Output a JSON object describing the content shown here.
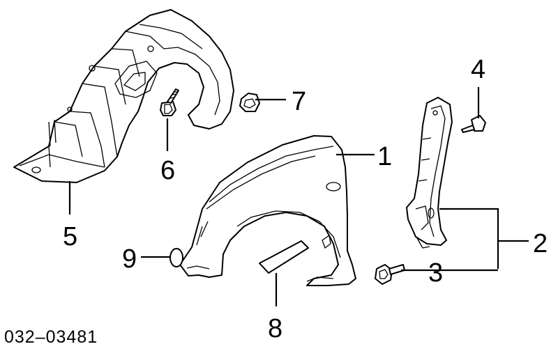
{
  "diagram": {
    "part_code": "032–03481",
    "callouts": [
      {
        "id": "1",
        "text": "1"
      },
      {
        "id": "2",
        "text": "2"
      },
      {
        "id": "3",
        "text": "3"
      },
      {
        "id": "4",
        "text": "4"
      },
      {
        "id": "5",
        "text": "5"
      },
      {
        "id": "6",
        "text": "6"
      },
      {
        "id": "7",
        "text": "7"
      },
      {
        "id": "8",
        "text": "8"
      },
      {
        "id": "9",
        "text": "9"
      }
    ]
  }
}
